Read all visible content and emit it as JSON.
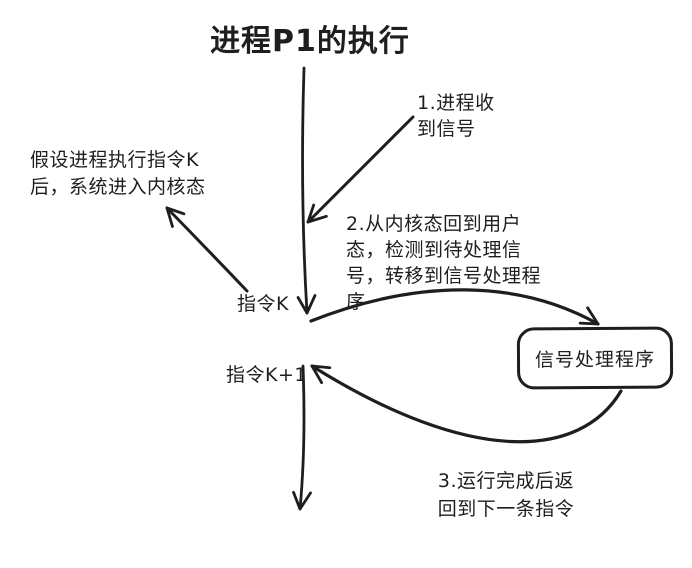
{
  "diagram": {
    "title": "进程P1的执行",
    "ink_color": "#1e1e1e",
    "background_color": "#ffffff",
    "labels": {
      "step1_signal_received": "1.进程收\n到信号",
      "kernel_note": "假设进程执行指令K\n后，系统进入内核态",
      "instruction_k": "指令K",
      "step2_dispatch": "2.从内核态回到用户\n态，检测到待处理信\n号，转移到信号处理程\n序",
      "signal_handler": "信号处理程序",
      "instruction_k_plus_1": "指令K+1",
      "step3_return": "3.运行完成后返\n回到下一条指令"
    }
  }
}
